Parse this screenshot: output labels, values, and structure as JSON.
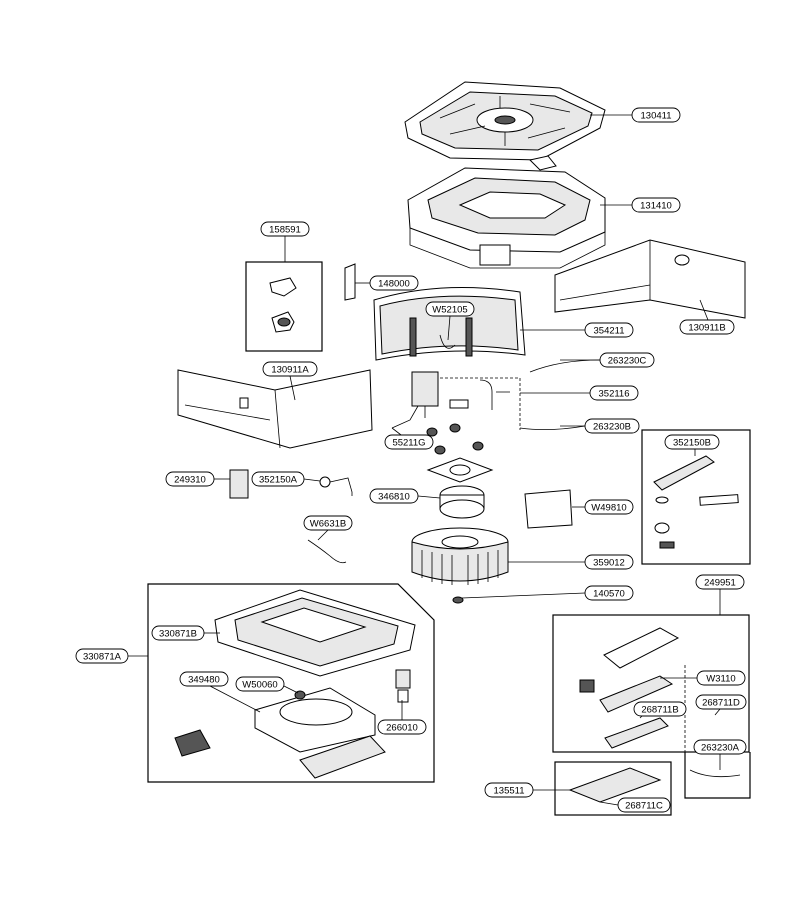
{
  "labels": {
    "l130411": "130411",
    "l131410": "131410",
    "l158591": "158591",
    "l148000": "148000",
    "lW52105": "W52105",
    "l354211": "354211",
    "l130911B": "130911B",
    "l263230C": "263230C",
    "l130911A": "130911A",
    "l352116": "352116",
    "l55211G": "55211G",
    "l263230B": "263230B",
    "l352150B": "352150B",
    "l249310": "249310",
    "l352150A": "352150A",
    "l346810": "346810",
    "lW49810": "W49810",
    "lW6631B": "W6631B",
    "l359012": "359012",
    "l140570": "140570",
    "l249951": "249951",
    "l330871B": "330871B",
    "l330871A": "330871A",
    "lW3110": "W3110",
    "l349480": "349480",
    "lW50060": "W50060",
    "l268711D": "268711D",
    "l268711B": "268711B",
    "l266010": "266010",
    "l263230A": "263230A",
    "l135511": "135511",
    "l268711C": "268711C"
  }
}
